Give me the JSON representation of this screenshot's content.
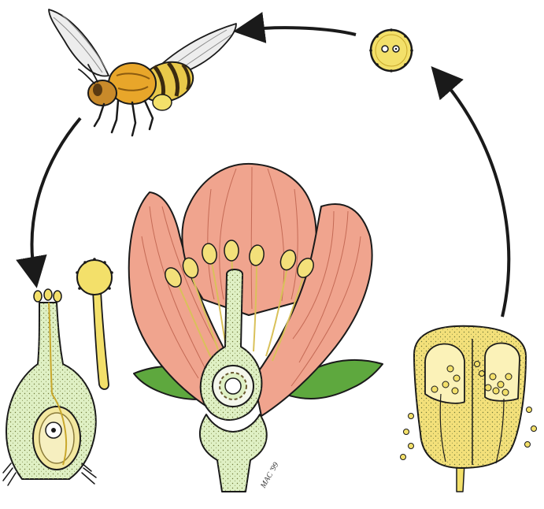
{
  "diagram": {
    "kind": "pollination-cycle",
    "stages": [
      {
        "id": "bee",
        "icon": "bee-icon"
      },
      {
        "id": "pollen-grain",
        "icon": "pollen-grain-icon"
      },
      {
        "id": "anther",
        "icon": "anther-icon"
      },
      {
        "id": "flower",
        "icon": "flower-icon"
      },
      {
        "id": "germinating-pollen",
        "icon": "germinating-pollen-icon"
      },
      {
        "id": "pistil",
        "icon": "pistil-icon"
      }
    ],
    "arrows": [
      {
        "from": "pollen-grain",
        "to": "bee"
      },
      {
        "from": "anther",
        "to": "pollen-grain"
      },
      {
        "from": "bee",
        "to": "pistil"
      }
    ],
    "colors": {
      "petal": "#f0a48e",
      "petal_vein": "#c46a55",
      "sepal": "#5ea83e",
      "pistil": "#dff0c4",
      "pollen": "#f3e06a",
      "bee_body": "#e8a62a",
      "outline": "#1a1a1a"
    },
    "signature": "MAC '99"
  }
}
